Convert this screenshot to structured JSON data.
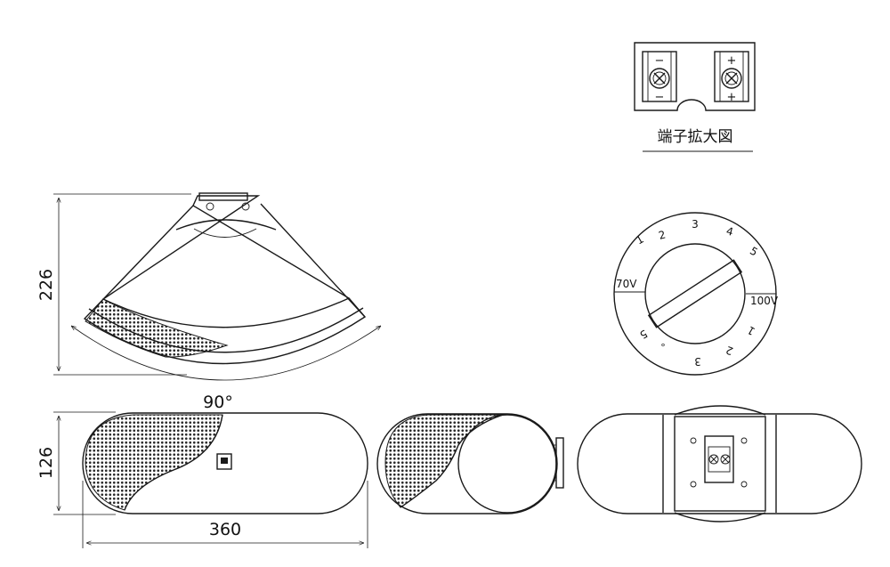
{
  "dimensions": {
    "height": "226",
    "width": "360",
    "depth": "126",
    "angle": "90°"
  },
  "terminal": {
    "caption": "端子拡大図",
    "left_top_sign": "−",
    "left_bottom_sign": "−",
    "right_top_sign": "+",
    "right_bottom_sign": "+"
  },
  "tap_switch": {
    "left_label": "70V",
    "right_label": "100V",
    "top_numbers": [
      "1",
      "2",
      "3",
      "4",
      "5"
    ],
    "bottom_numbers": [
      "5",
      "°",
      "3",
      "2",
      "1"
    ]
  },
  "colors": {
    "line": "#1a1a1a",
    "background": "#ffffff"
  }
}
